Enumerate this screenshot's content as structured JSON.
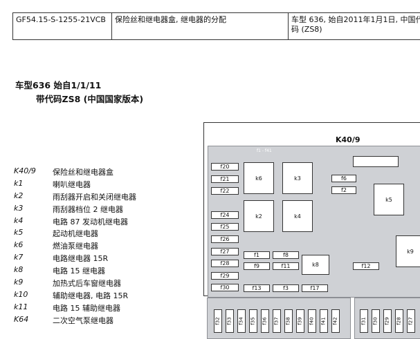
{
  "header": {
    "doc_code": "GF54.15-S-1255-21VCB",
    "doc_title": "保险丝和继电器盒, 继电器的分配",
    "doc_scope": "车型 636, 始自2011年1月1日, 中国代码 (ZS8)"
  },
  "title": {
    "line1": "车型636 始自1/1/11",
    "line2": "带代码ZS8 (中国国家版本)"
  },
  "legend": [
    {
      "code": "K40/9",
      "desc": "保险丝和继电器盒"
    },
    {
      "code": "k1",
      "desc": "喇叭继电器"
    },
    {
      "code": "k2",
      "desc": "雨刮器开启和关闭继电器"
    },
    {
      "code": "k3",
      "desc": "雨刮器档位 2 继电器"
    },
    {
      "code": "k4",
      "desc": "电路 87 发动机继电器"
    },
    {
      "code": "k5",
      "desc": "起动机继电器"
    },
    {
      "code": "k6",
      "desc": "燃油泵继电器"
    },
    {
      "code": "k7",
      "desc": "电路继电器 15R"
    },
    {
      "code": "k8",
      "desc": "电路 15 继电器"
    },
    {
      "code": "k9",
      "desc": "加热式后车窗继电器"
    },
    {
      "code": "k10",
      "desc": "辅助继电器, 电路 15R"
    },
    {
      "code": "k11",
      "desc": "电路 15 辅助继电器"
    },
    {
      "code": "K64",
      "desc": "二次空气泵继电器"
    }
  ],
  "diagram": {
    "title": "K40/9",
    "fuse_range_label": "f1 - f41",
    "left_fuses": [
      "f20",
      "f21",
      "f22",
      "f24",
      "f25",
      "f26",
      "f27",
      "f28",
      "f29",
      "f30"
    ],
    "relays": [
      "k6",
      "k3",
      "k2",
      "k4",
      "k5",
      "k9",
      "k8"
    ],
    "small_fuses": [
      "f6",
      "f2",
      "f1",
      "f8",
      "f9",
      "f11",
      "f13",
      "f3",
      "f17",
      "f12"
    ],
    "bottom_left_fuses": [
      "f32",
      "f33",
      "f34",
      "f35",
      "f36",
      "f37",
      "f38",
      "f39",
      "f40",
      "f41",
      "f42"
    ],
    "bottom_right_fuses": [
      "f31",
      "f30",
      "f29",
      "f28",
      "f27"
    ]
  }
}
